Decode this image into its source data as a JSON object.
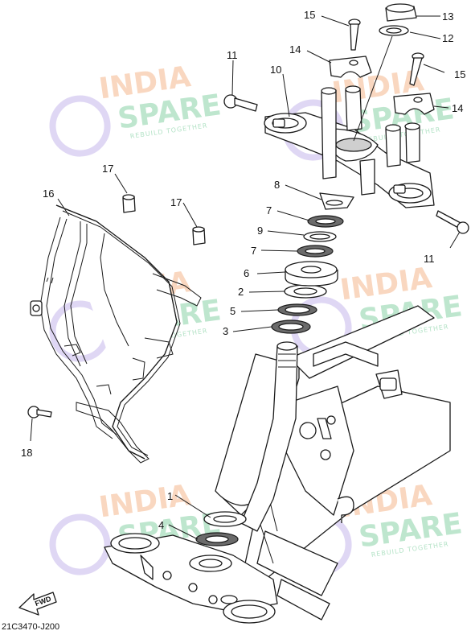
{
  "diagram_code": "21C3470-J200",
  "fwd_label": "FWD",
  "watermark": {
    "line1": "INDIA",
    "line2": "SPARE",
    "tagline": "REBUILD TOGETHER",
    "colors": {
      "india": "#f4b183",
      "spare": "#7fcf9f",
      "logo": "#b9a6e6"
    }
  },
  "callouts": [
    "1",
    "2",
    "3",
    "4",
    "5",
    "6",
    "7",
    "7",
    "8",
    "9",
    "10",
    "11",
    "11",
    "12",
    "13",
    "14",
    "14",
    "15",
    "15",
    "16",
    "17",
    "17",
    "18"
  ]
}
